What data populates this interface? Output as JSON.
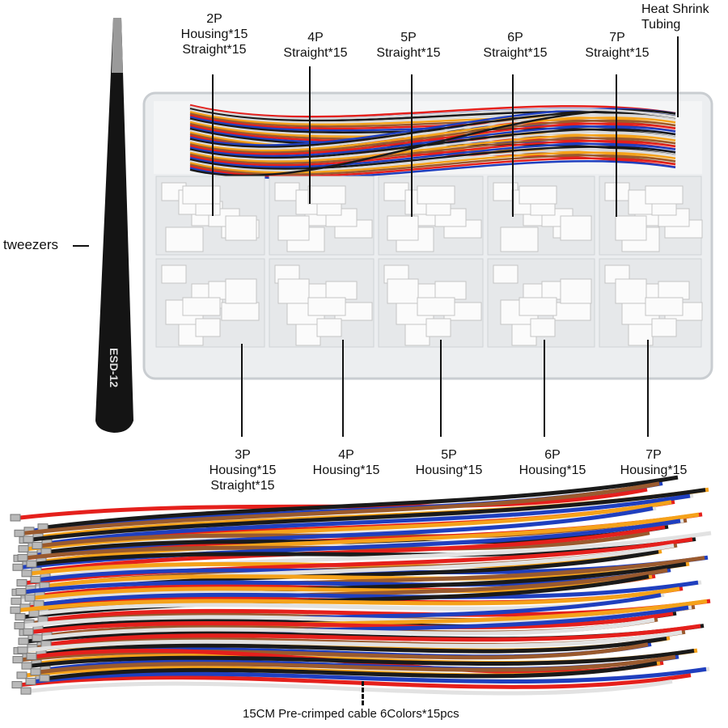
{
  "top_labels": [
    {
      "lines": [
        "2P",
        "Housing*15",
        "Straight*15"
      ]
    },
    {
      "lines": [
        "4P",
        "Straight*15"
      ]
    },
    {
      "lines": [
        "5P",
        "Straight*15"
      ]
    },
    {
      "lines": [
        "6P",
        "Straight*15"
      ]
    },
    {
      "lines": [
        "7P",
        "Straight*15"
      ]
    }
  ],
  "heat_shrink": {
    "lines": [
      "Heat Shrink",
      "Tubing"
    ]
  },
  "bottom_labels": [
    {
      "lines": [
        "3P",
        "Housing*15",
        "Straight*15"
      ]
    },
    {
      "lines": [
        "4P",
        "Housing*15"
      ]
    },
    {
      "lines": [
        "5P",
        "Housing*15"
      ]
    },
    {
      "lines": [
        "6P",
        "Housing*15"
      ]
    },
    {
      "lines": [
        "7P",
        "Housing*15"
      ]
    }
  ],
  "tweezers": {
    "label": "tweezers",
    "imprint": "ESD-12"
  },
  "cable": {
    "label": "15CM Pre-crimped cable 6Colors*15pcs"
  },
  "colors": {
    "red": "#e5201c",
    "blue": "#1f3fbf",
    "black": "#1a1a1a",
    "white": "#f2f2f2",
    "orange": "#f5a21a",
    "brown": "#9a5a2e"
  }
}
